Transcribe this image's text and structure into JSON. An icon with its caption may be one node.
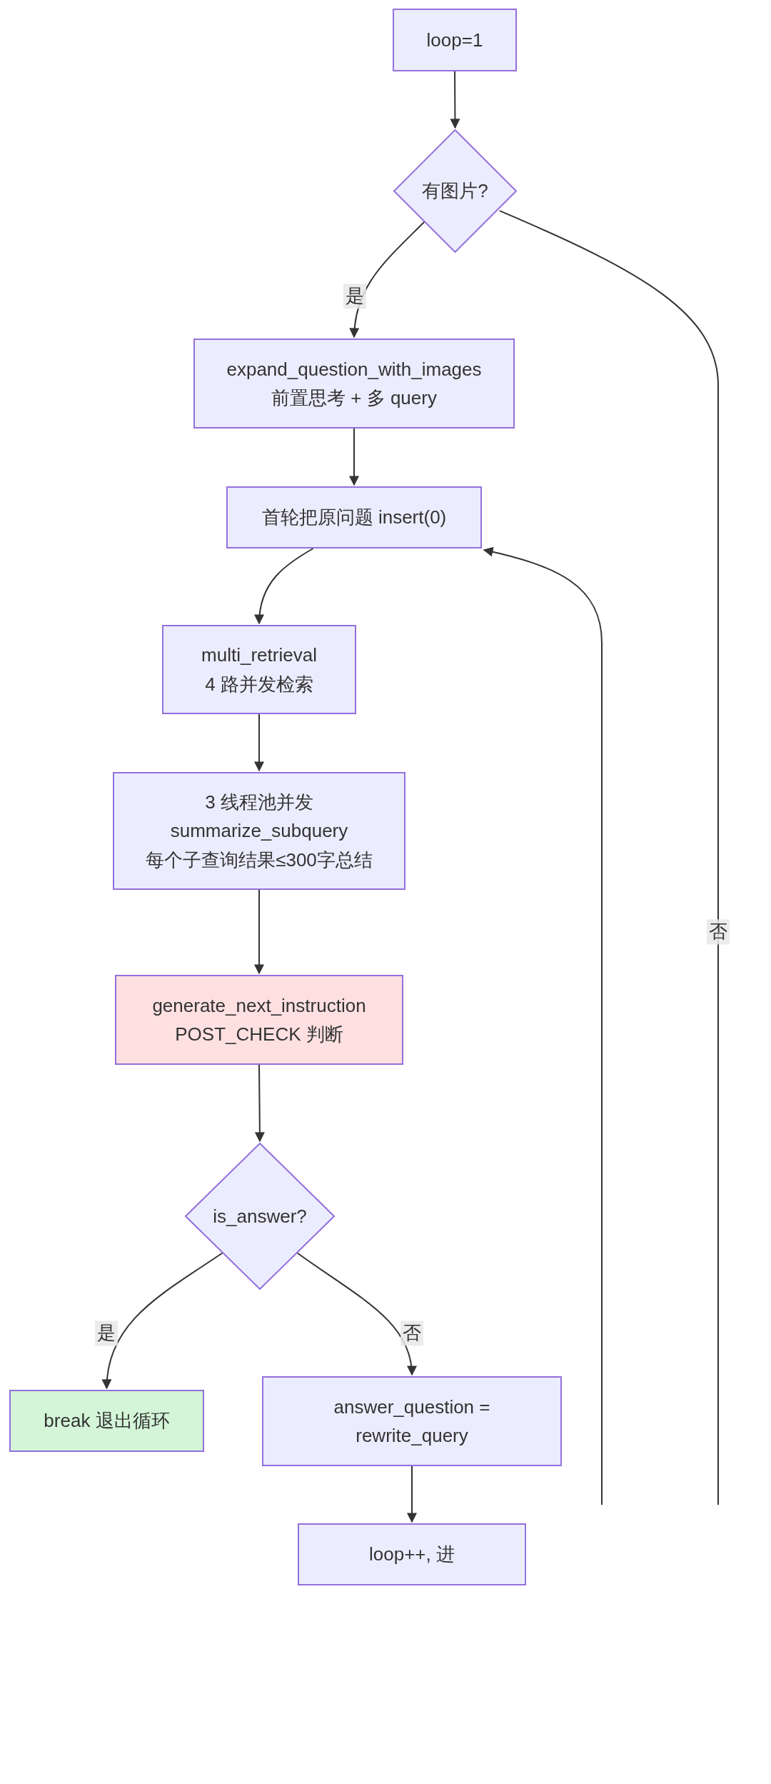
{
  "diagram": {
    "nodes": [
      {
        "text": [
          "loop=1"
        ]
      },
      {
        "text": [
          "有图片?"
        ]
      },
      {
        "text": [
          "expand_question_with_images 前置思考 + 多 query"
        ]
      },
      {
        "text": [
          "首轮把原问题 insert(0)"
        ]
      },
      {
        "text": [
          "multi_retrieval 4 路并发检索"
        ]
      },
      {
        "text": [
          "3 线程池并发 summarize_subquery 每个子查询结果≤300字总结"
        ]
      },
      {
        "text": [
          "generate_next_instruction POST_CHECK 判断"
        ]
      },
      {
        "text": [
          "is_answer?"
        ]
      },
      {
        "text": [
          "break 退出循环"
        ]
      },
      {
        "text": [
          "answer_question = rewrite_query"
        ]
      },
      {
        "text": [
          "loop++, 进"
        ]
      }
    ],
    "edges": [
      {
        "from": 0,
        "to": 1,
        "arrow": "to"
      },
      {
        "from": 1,
        "to": 2,
        "arrow": "to",
        "label": "是"
      },
      {
        "from": 1,
        "to": null,
        "arrow": "none",
        "label": "否"
      },
      {
        "from": 2,
        "to": 3,
        "arrow": "to"
      },
      {
        "from": 3,
        "to": 4,
        "arrow": "to"
      },
      {
        "from": 4,
        "to": 5,
        "arrow": "to"
      },
      {
        "from": 5,
        "to": 6,
        "arrow": "to"
      },
      {
        "from": 6,
        "to": 7,
        "arrow": "to"
      },
      {
        "from": 7,
        "to": 8,
        "arrow": "to",
        "label": "是"
      },
      {
        "from": 7,
        "to": 9,
        "arrow": "to",
        "label": "否"
      },
      {
        "from": 9,
        "to": 10,
        "arrow": "to"
      },
      {
        "from": null,
        "to": 3,
        "arrow": "to"
      }
    ]
  }
}
